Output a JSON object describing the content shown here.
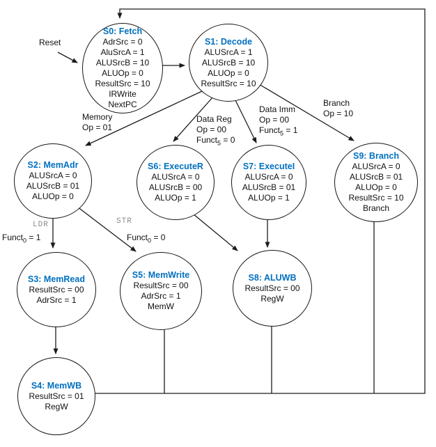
{
  "diagram": {
    "colors": {
      "state_title_blue": "#0070C0",
      "wire": "#1c1c1c",
      "mnemonic_gray": "#8a8a8a"
    },
    "states": {
      "s0": {
        "title": "S0: Fetch",
        "lines": [
          "AdrSrc = 0",
          "AluSrcA = 1",
          "ALUSrcB = 10",
          "ALUOp = 0",
          "ResultSrc = 10",
          "IRWrite",
          "NextPC"
        ]
      },
      "s1": {
        "title": "S1: Decode",
        "lines": [
          "ALUSrcA = 1",
          "ALUSrcB = 10",
          "ALUOp = 0",
          "ResultSrc = 10"
        ]
      },
      "s2": {
        "title": "S2: MemAdr",
        "lines": [
          "ALUSrcA = 0",
          "ALUSrcB = 01",
          "ALUOp = 0"
        ]
      },
      "s6": {
        "title": "S6: ExecuteR",
        "lines": [
          "ALUSrcA = 0",
          "ALUSrcB = 00",
          "ALUOp = 1"
        ]
      },
      "s7": {
        "title": "S7: ExecuteI",
        "lines": [
          "ALUSrcA = 0",
          "ALUSrcB = 01",
          "ALUOp = 1"
        ]
      },
      "s9": {
        "title": "S9: Branch",
        "lines": [
          "ALUSrcA = 0",
          "ALUSrcB = 01",
          "ALUOp = 0",
          "ResultSrc = 10",
          "Branch"
        ]
      },
      "s3": {
        "title": "S3: MemRead",
        "lines": [
          "ResultSrc = 00",
          "AdrSrc = 1"
        ]
      },
      "s5": {
        "title": "S5: MemWrite",
        "lines": [
          "ResultSrc = 00",
          "AdrSrc = 1",
          "MemW"
        ]
      },
      "s8": {
        "title": "S8: ALUWB",
        "lines": [
          "ResultSrc = 00",
          "RegW"
        ]
      },
      "s4": {
        "title": "S4: MemWB",
        "lines": [
          "ResultSrc = 01",
          "RegW"
        ]
      }
    },
    "edge_labels": {
      "reset": "Reset",
      "memory": {
        "l1": "Memory",
        "l2": "Op = 01"
      },
      "data_reg": {
        "l1": "Data Reg",
        "l2": "Op = 00",
        "cond_pre": "Funct",
        "cond_sub": "5",
        "cond_post": " = 0"
      },
      "data_imm": {
        "l1": "Data Imm",
        "l2": "Op = 00",
        "cond_pre": "Funct",
        "cond_sub": "5",
        "cond_post": " = 1"
      },
      "branch": {
        "l1": "Branch",
        "l2": "Op = 10"
      },
      "ldr": {
        "mnemonic": "LDR",
        "cond_pre": "Funct",
        "cond_sub": "0",
        "cond_post": " = 1"
      },
      "str": {
        "mnemonic": "STR",
        "cond_pre": "Funct",
        "cond_sub": "0",
        "cond_post": " = 0"
      }
    }
  }
}
